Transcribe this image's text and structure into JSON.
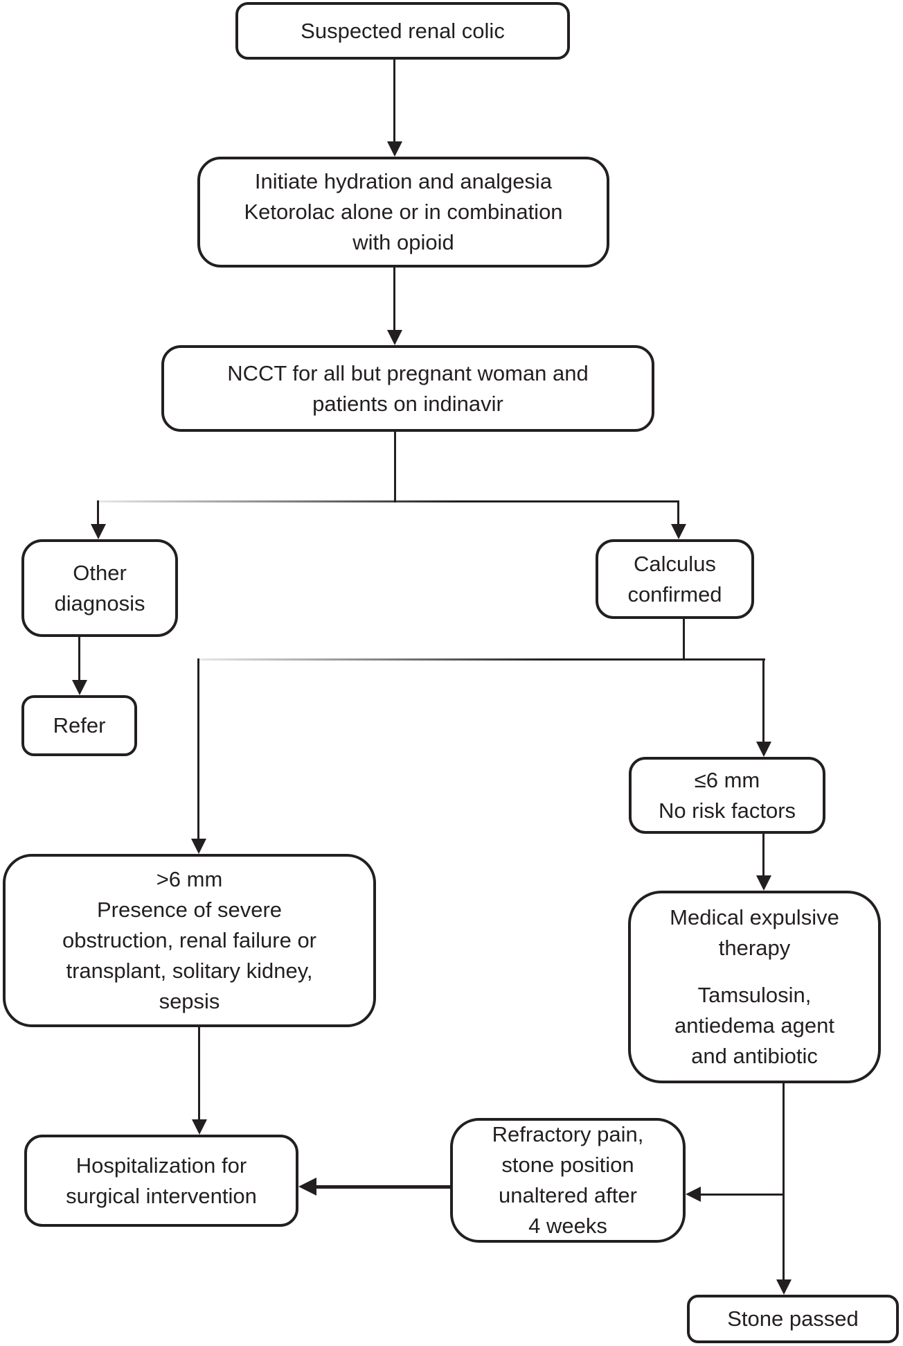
{
  "colors": {
    "background": "#ffffff",
    "ink": "#231f20",
    "box_fill": "#ffffff"
  },
  "nodes": {
    "suspected": {
      "lines": [
        "Suspected renal colic"
      ]
    },
    "initiate": {
      "lines": [
        "Initiate hydration and analgesia",
        "Ketorolac alone or in combination",
        "with opioid"
      ]
    },
    "ncct": {
      "lines": [
        "NCCT for all but pregnant woman and",
        "patients on indinavir"
      ]
    },
    "other_diagnosis": {
      "lines": [
        "Other",
        "diagnosis"
      ]
    },
    "calculus_confirmed": {
      "lines": [
        "Calculus",
        "confirmed"
      ]
    },
    "refer": {
      "lines": [
        "Refer"
      ]
    },
    "small_stone": {
      "lines": [
        "≤6 mm",
        "No risk factors"
      ]
    },
    "large_stone": {
      "lines": [
        ">6 mm",
        "Presence of severe",
        "obstruction, renal failure or",
        "transplant, solitary kidney,",
        "sepsis"
      ]
    },
    "medical_expulsive": {
      "lines": [
        "Medical expulsive",
        "therapy"
      ],
      "lines2": [
        "Tamsulosin,",
        "antiedema agent",
        "and antibiotic"
      ]
    },
    "hospitalization": {
      "lines": [
        "Hospitalization for",
        "surgical intervention"
      ]
    },
    "refractory": {
      "lines": [
        "Refractory pain,",
        "stone position",
        "unaltered after",
        "4 weeks"
      ]
    },
    "stone_passed": {
      "lines": [
        "Stone passed"
      ]
    }
  },
  "edges": [
    {
      "from": "suspected",
      "to": "initiate"
    },
    {
      "from": "initiate",
      "to": "ncct"
    },
    {
      "from": "ncct",
      "to": "other_diagnosis"
    },
    {
      "from": "ncct",
      "to": "calculus_confirmed"
    },
    {
      "from": "other_diagnosis",
      "to": "refer"
    },
    {
      "from": "calculus_confirmed",
      "to": "large_stone"
    },
    {
      "from": "calculus_confirmed",
      "to": "small_stone"
    },
    {
      "from": "small_stone",
      "to": "medical_expulsive"
    },
    {
      "from": "large_stone",
      "to": "hospitalization"
    },
    {
      "from": "medical_expulsive",
      "to": "stone_passed"
    },
    {
      "from": "medical_expulsive",
      "to": "refractory"
    },
    {
      "from": "refractory",
      "to": "hospitalization"
    }
  ]
}
